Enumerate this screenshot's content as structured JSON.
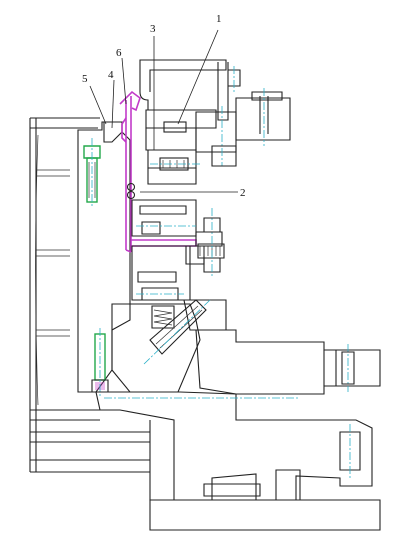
{
  "labels": {
    "l1": "1",
    "l2": "2",
    "l3": "3",
    "l4": "4",
    "l5": "5",
    "l6": "6"
  },
  "colors": {
    "outline": "#222222",
    "hatch": "#555555",
    "centerline": "#2ab0c8",
    "highlight_part": "#c23bc9",
    "bolt": "#23a94b"
  }
}
